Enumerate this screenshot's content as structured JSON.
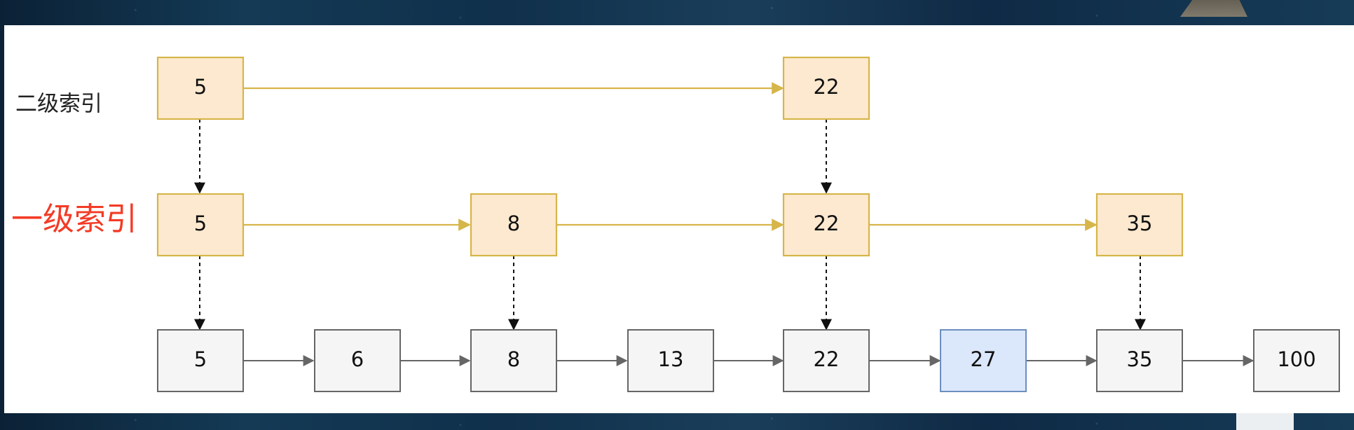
{
  "colors": {
    "index_fill": "#fde9cf",
    "index_stroke": "#d6b54a",
    "base_fill": "#f5f5f5",
    "base_stroke": "#666666",
    "highlight_fill": "#dbe7fb",
    "highlight_stroke": "#6c8ebf",
    "index_arrow": "#d6b54a",
    "base_arrow": "#666666",
    "vertical_arrow": "#111111",
    "level1_label": "#f33b26"
  },
  "labels": {
    "level2": "二级索引",
    "level1": "一级索引"
  },
  "level2": {
    "values": [
      "5",
      "22"
    ]
  },
  "level1": {
    "values": [
      "5",
      "8",
      "22",
      "35"
    ]
  },
  "base": {
    "values": [
      "5",
      "6",
      "8",
      "13",
      "22",
      "27",
      "35",
      "100"
    ],
    "highlighted": "27"
  }
}
